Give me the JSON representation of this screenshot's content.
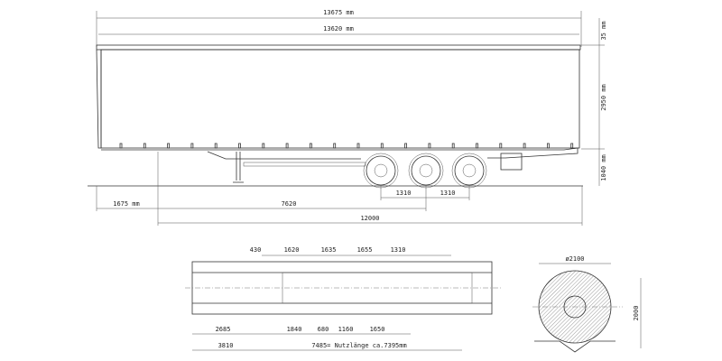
{
  "side_view": {
    "overall_length": "13675 mm",
    "body_length": "13620 mm",
    "roof_offset": "35 mm",
    "body_height": "2950 mm",
    "deck_height": "1040 mm",
    "axle_spacing_1": "1310",
    "axle_spacing_2": "1310",
    "front_overhang": "1675 mm",
    "kingpin_to_axle": "7620",
    "kingpin_to_rear": "12000"
  },
  "plan_view": {
    "top_dims": [
      "430",
      "1620",
      "1635",
      "1655",
      "1310"
    ],
    "bottom_dims": [
      "2685",
      "1840",
      "680",
      "1160",
      "1650"
    ],
    "front_length": "3810",
    "usable_length": "7485= Nutzlänge ca.7395mm"
  },
  "coil_view": {
    "diameter": "ø2100",
    "height": "2000"
  }
}
